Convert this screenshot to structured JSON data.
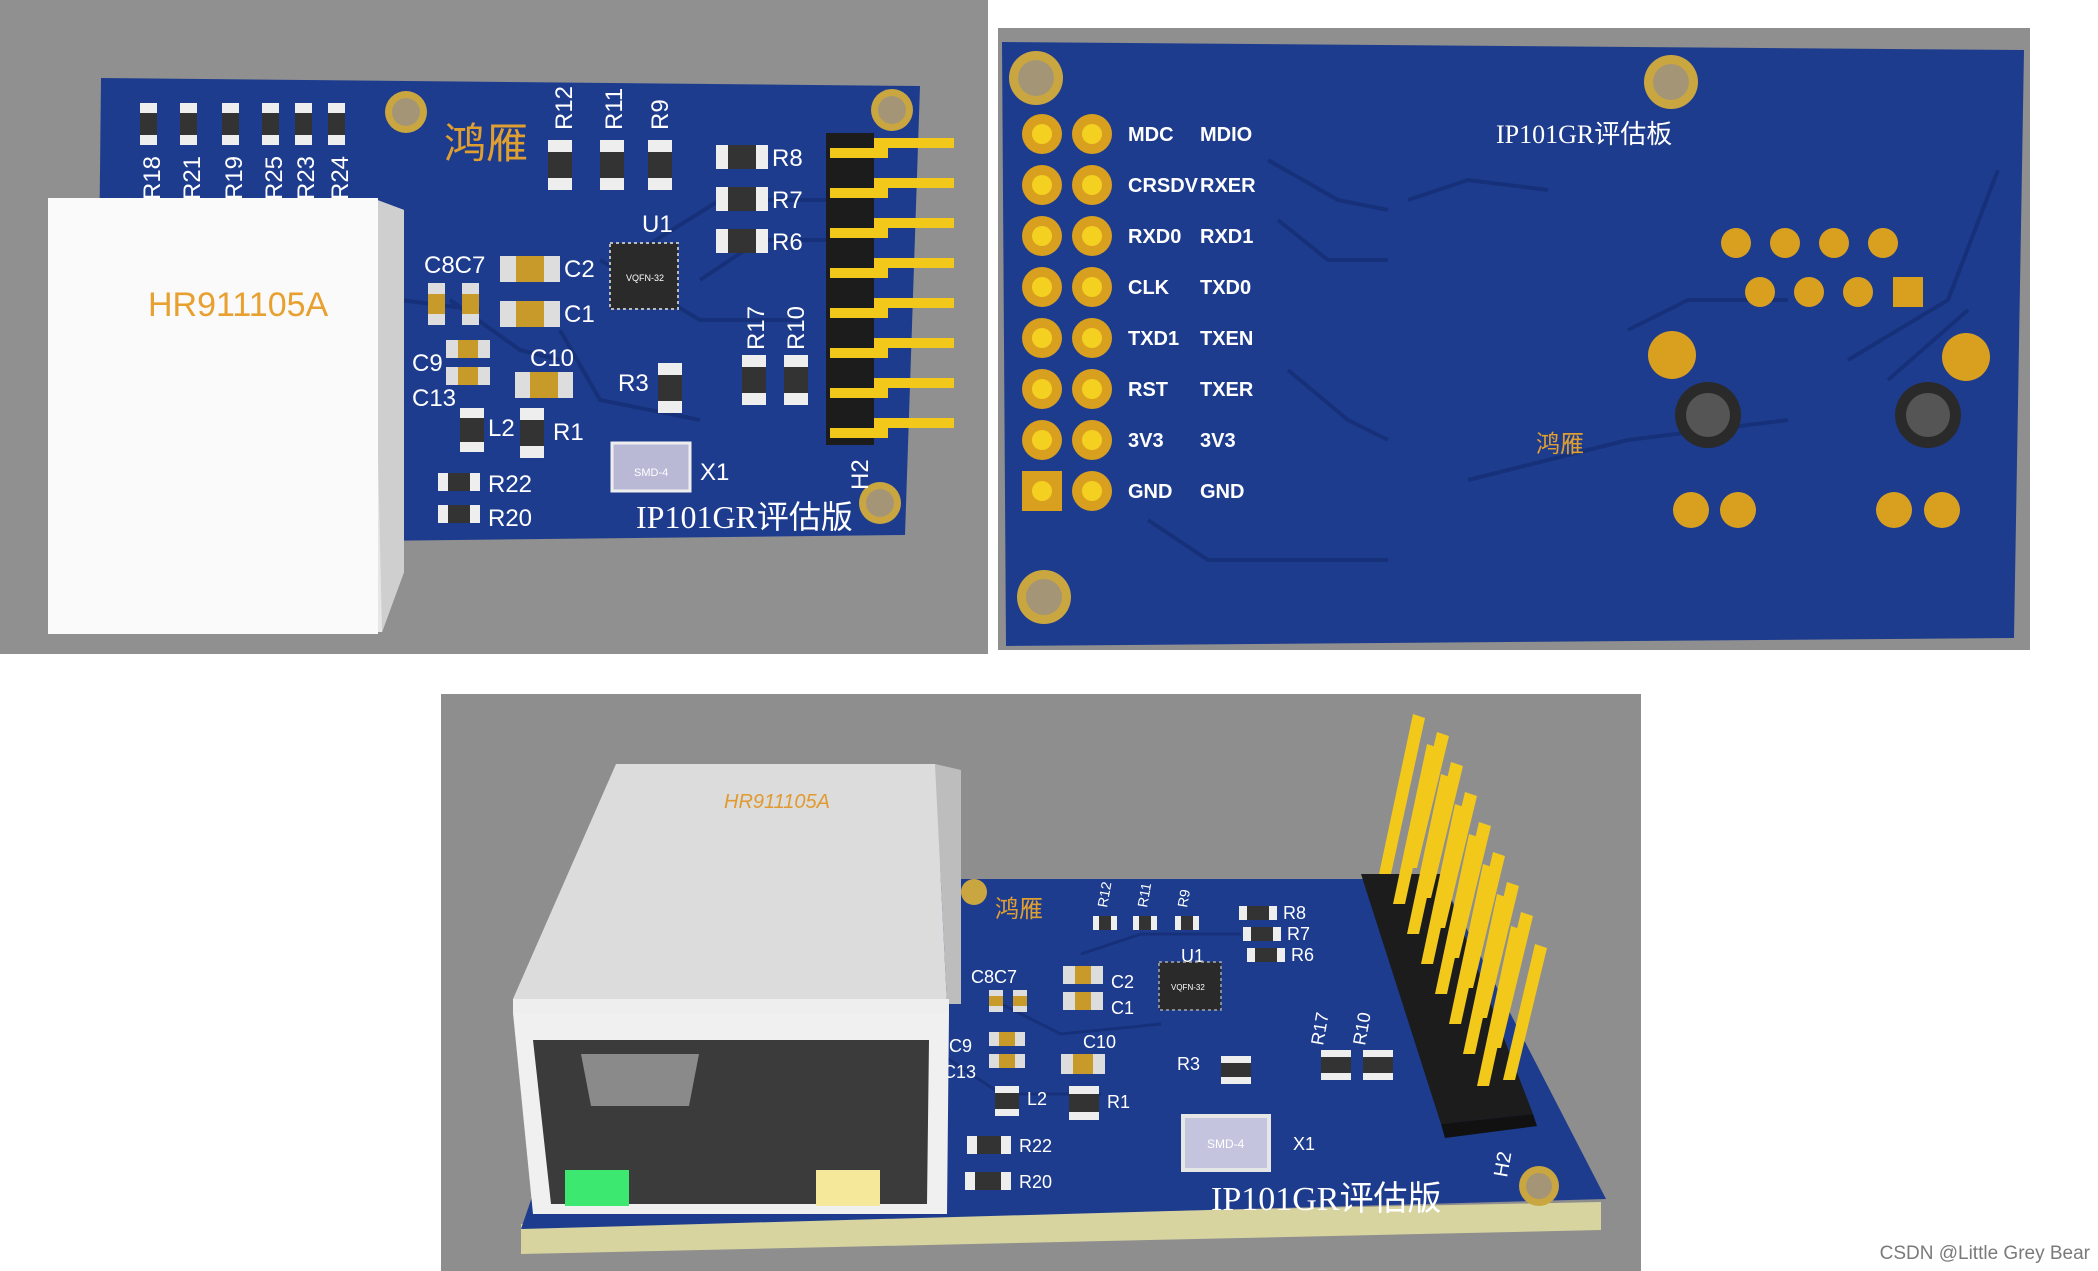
{
  "top_left": {
    "jack_label": "HR911105A",
    "brand": "鸿雁",
    "board_title": "IP101GR评估版",
    "chip_label": "VQFN-32",
    "crystal_label": "SMD-4",
    "header_label": "H2",
    "refs": {
      "r18": "R18",
      "r21": "R21",
      "r19": "R19",
      "r25": "R25",
      "r23": "R23",
      "r24": "R24",
      "r12": "R12",
      "r11": "R11",
      "r9": "R9",
      "r8": "R8",
      "r7": "R7",
      "r6": "R6",
      "u1": "U1",
      "c8c7": "C8C7",
      "c2": "C2",
      "c1": "C1",
      "c9": "C9",
      "c10": "C10",
      "c13": "C13",
      "r3": "R3",
      "r17": "R17",
      "r10": "R10",
      "l2": "L2",
      "r1": "R1",
      "r22": "R22",
      "r20": "R20",
      "x1": "X1"
    }
  },
  "top_right": {
    "board_title": "IP101GR评估板",
    "brand": "鸿雁",
    "pin_labels": [
      [
        "MDC",
        "MDIO"
      ],
      [
        "CRSDV",
        "RXER"
      ],
      [
        "RXD0",
        "RXD1"
      ],
      [
        "CLK",
        "TXD0"
      ],
      [
        "TXD1",
        "TXEN"
      ],
      [
        "RST",
        "TXER"
      ],
      [
        "3V3",
        "3V3"
      ],
      [
        "GND",
        "GND"
      ]
    ]
  },
  "bottom": {
    "jack_label": "HR911105A",
    "brand": "鸿雁",
    "board_title": "IP101GR评估版",
    "chip_label": "VQFN-32",
    "crystal_label": "SMD-4",
    "header_label": "H2",
    "refs": {
      "r12": "R12",
      "r11": "R11",
      "r9": "R9",
      "r8": "R8",
      "r7": "R7",
      "r6": "R6",
      "u1": "U1",
      "c8c7": "C8C7",
      "c2": "C2",
      "c1": "C1",
      "c9": "C9",
      "c10": "C10",
      "c13": "C13",
      "r3": "R3",
      "r17": "R17",
      "r10": "R10",
      "l2": "L2",
      "r1": "R1",
      "r22": "R22",
      "r20": "R20",
      "x1": "X1"
    }
  },
  "watermark": "CSDN @Little Grey Bear"
}
